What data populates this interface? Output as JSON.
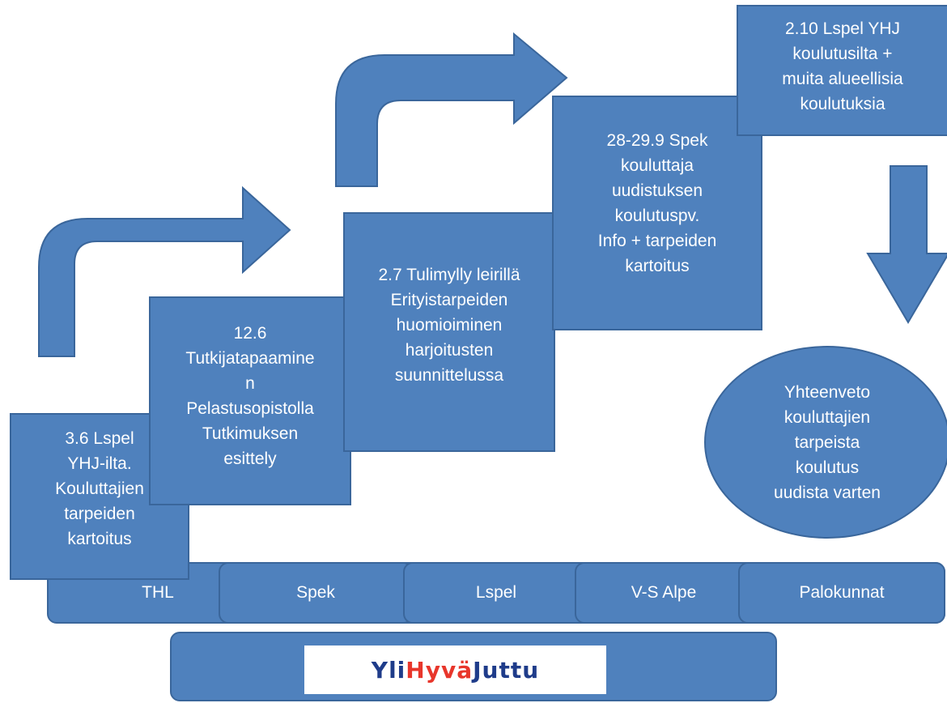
{
  "steps": [
    {
      "text": "3.6 Lspel\nYHJ-ilta.\nKouluttajien\ntarpeiden\nkartoitus"
    },
    {
      "text": "12.6\nTutkijatapaamine\nn\nPelastusopistolla\nTutkimuksen\nesittely"
    },
    {
      "text": "2.7 Tulimylly leirillä\nErityistarpeiden\nhuomioiminen\nharjoitusten\nsuunnittelussa"
    },
    {
      "text": "28-29.9 Spek\nkouluttaja\nuudistuksen\nkoulutuspv.\nInfo + tarpeiden\nkartoitus"
    },
    {
      "text": "2.10 Lspel  YHJ\nkoulutusilta +\nmuita alueellisia\nkoulutuksia"
    }
  ],
  "summary": "Yhteenveto\nkouluttajien\ntarpeista\nkoulutus\nuudista varten",
  "organizations": [
    "THL",
    "Spek",
    "Lspel",
    "V-S Alpe",
    "Palokunnat"
  ],
  "logo": {
    "part1": "Yli",
    "part2": "Hyvä",
    "part3": "Juttu"
  },
  "colors": {
    "shape_fill": "#4f81bd",
    "shape_border": "#3a669b",
    "logo_blue": "#1f3c8a",
    "logo_red": "#e8362b"
  }
}
